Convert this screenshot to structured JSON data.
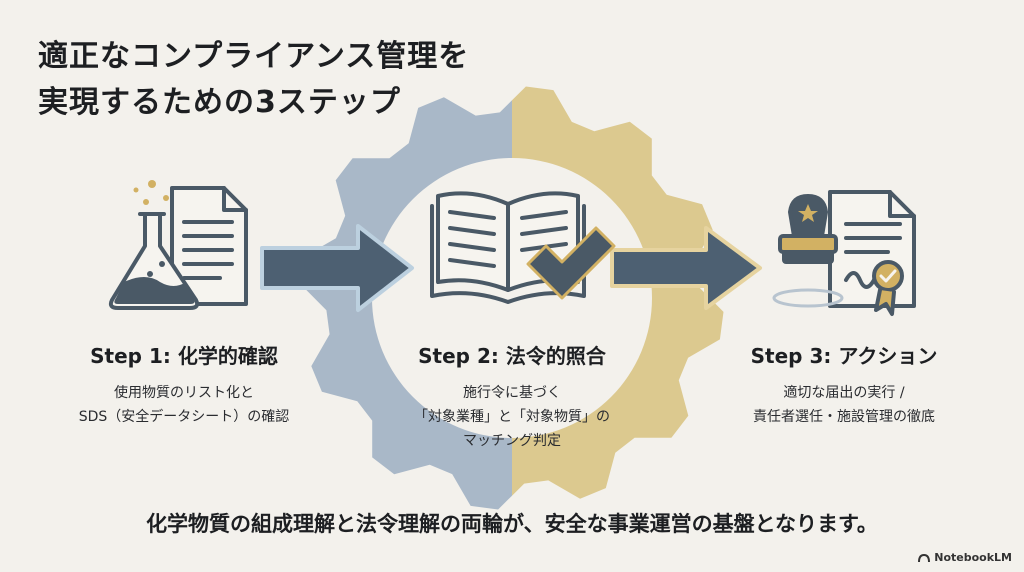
{
  "header": {
    "title_line1": "適正なコンプライアンス管理を",
    "title_line2": "実現するための3ステップ"
  },
  "steps": [
    {
      "icon": "flask-document-icon",
      "title": "Step 1: 化学的確認",
      "desc_line1": "使用物質のリスト化と",
      "desc_line2": "SDS（安全データシート）の確認",
      "desc_line3": ""
    },
    {
      "icon": "book-check-icon",
      "title": "Step 2: 法令的照合",
      "desc_line1": "施行令に基づく",
      "desc_line2": "「対象業種」と「対象物質」の",
      "desc_line3": "マッチング判定"
    },
    {
      "icon": "stamp-certificate-icon",
      "title": "Step 3: アクション",
      "desc_line1": "適切な届出の実行 /",
      "desc_line2": "責任者選任・施設管理の徹底",
      "desc_line3": ""
    }
  ],
  "footer": {
    "tagline": "化学物質の組成理解と法令理解の両輪が、安全な事業運営の基盤となります。",
    "brand": "NotebookLM"
  },
  "colors": {
    "gear_left": "#a9b8c8",
    "gear_right": "#dcc98f",
    "arrow": "#4d6072",
    "icon_stroke": "#4a5966",
    "accent_gold": "#d2b163",
    "background": "#f3f1ec"
  }
}
